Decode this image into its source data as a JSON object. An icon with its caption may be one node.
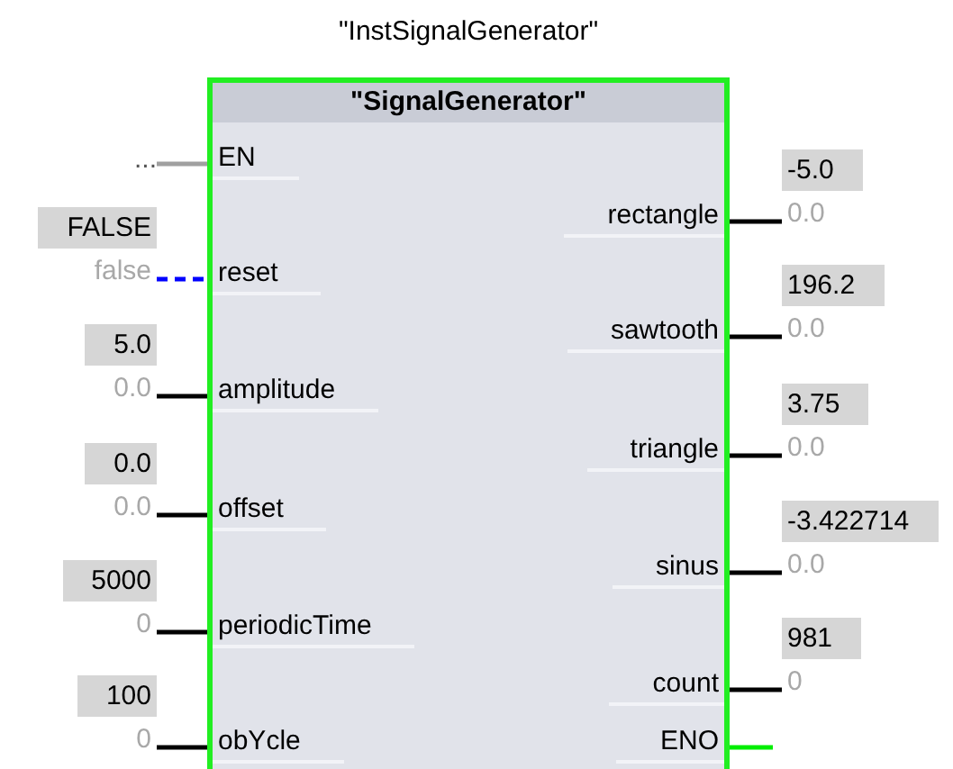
{
  "diagram": {
    "nodes": [
      {
        "text": [
          "\"SignalGenerator\""
        ],
        "beside": [
          "\"InstSignalGenerator\""
        ]
      },
      {
        "text": [
          "EN"
        ],
        "in": 0
      },
      {
        "text": [
          "reset"
        ],
        "in": 0
      },
      {
        "text": [
          "amplitude"
        ],
        "in": 0
      },
      {
        "text": [
          "offset"
        ],
        "in": 0
      },
      {
        "text": [
          "periodicTime"
        ],
        "in": 0
      },
      {
        "text": [
          "obYcle"
        ],
        "in": 0
      },
      {
        "text": [
          "rectangle"
        ],
        "in": 0
      },
      {
        "text": [
          "sawtooth"
        ],
        "in": 0
      },
      {
        "text": [
          "triangle"
        ],
        "in": 0
      },
      {
        "text": [
          "sinus"
        ],
        "in": 0
      },
      {
        "text": [
          "count"
        ],
        "in": 0
      },
      {
        "text": [
          "ENO"
        ],
        "in": 0
      },
      {
        "text": [
          "..."
        ]
      },
      {
        "text": [
          "FALSE",
          "false"
        ]
      },
      {
        "text": [
          "5.0",
          "0.0"
        ]
      },
      {
        "text": [
          "0.0",
          "0.0"
        ]
      },
      {
        "text": [
          "5000",
          "0"
        ]
      },
      {
        "text": [
          "100",
          "0"
        ]
      },
      {
        "text": [
          "-5.0",
          "0.0"
        ]
      },
      {
        "text": [
          "196.2",
          "0.0"
        ]
      },
      {
        "text": [
          "3.75",
          "0.0"
        ]
      },
      {
        "text": [
          "-3.422714",
          "0.0"
        ]
      },
      {
        "text": [
          "981",
          "0"
        ]
      }
    ],
    "edges": [
      {
        "from": 13,
        "to": 1,
        "arrow": "none",
        "color": "#a0a0a0"
      },
      {
        "from": 14,
        "to": 2,
        "arrow": "none",
        "style": "dashed",
        "color": "#0000ff"
      },
      {
        "from": 15,
        "to": 3,
        "arrow": "none"
      },
      {
        "from": 16,
        "to": 4,
        "arrow": "none"
      },
      {
        "from": 17,
        "to": 5,
        "arrow": "none"
      },
      {
        "from": 18,
        "to": 6,
        "arrow": "none"
      },
      {
        "from": 7,
        "to": 19,
        "arrow": "none"
      },
      {
        "from": 8,
        "to": 20,
        "arrow": "none"
      },
      {
        "from": 9,
        "to": 21,
        "arrow": "none"
      },
      {
        "from": 10,
        "to": 22,
        "arrow": "none"
      },
      {
        "from": 11,
        "to": 23,
        "arrow": "none"
      },
      {
        "from": 12,
        "to": null,
        "arrow": "none",
        "color": "#00ee00"
      }
    ]
  }
}
